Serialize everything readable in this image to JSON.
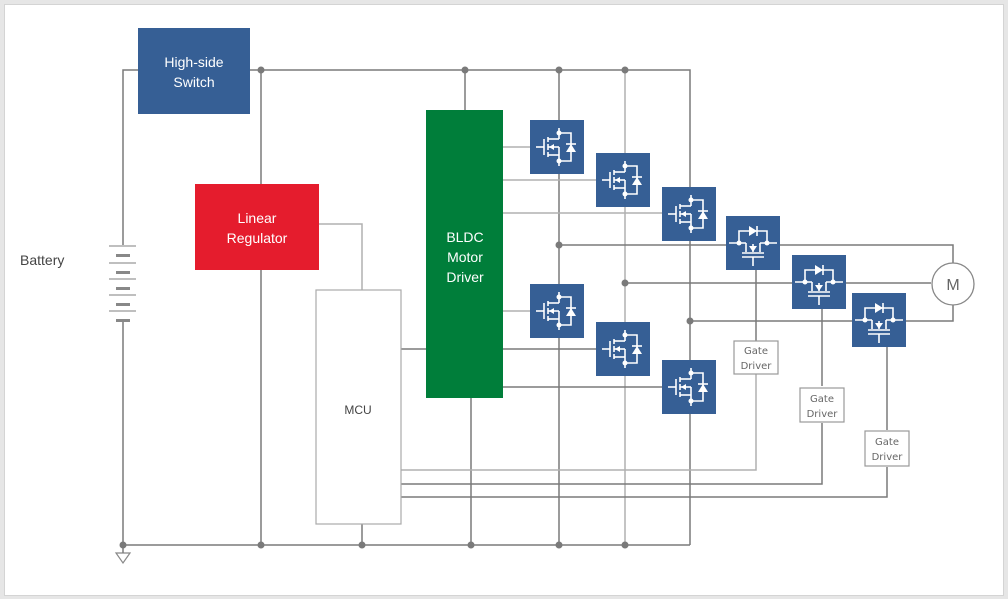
{
  "diagram": {
    "battery_label": "Battery",
    "high_side_switch": {
      "line1": "High-side",
      "line2": "Switch"
    },
    "linear_regulator": {
      "line1": "Linear",
      "line2": "Regulator"
    },
    "mcu_label": "MCU",
    "bldc_driver": {
      "line1": "BLDC",
      "line2": "Motor",
      "line3": "Driver"
    },
    "motor_label": "M",
    "gate_drivers": [
      {
        "line1": "Gate",
        "line2": "Driver"
      },
      {
        "line1": "Gate",
        "line2": "Driver"
      },
      {
        "line1": "Gate",
        "line2": "Driver"
      }
    ],
    "colors": {
      "switch_blue": "#365f95",
      "regulator_red": "#e51c2d",
      "driver_green": "#007e3a",
      "wire_gray": "#7a7a7a"
    },
    "components": {
      "inverter_mosfets": [
        "high-side-u",
        "high-side-v",
        "high-side-w",
        "low-side-u",
        "low-side-v",
        "low-side-w"
      ],
      "phase_cutoff_mosfets": [
        "phase-u",
        "phase-v",
        "phase-w"
      ]
    }
  }
}
